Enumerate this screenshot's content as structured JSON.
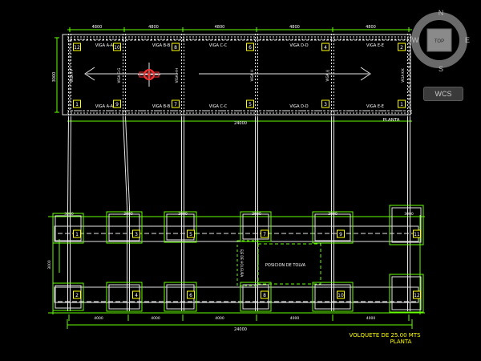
{
  "plan": {
    "top_view": {
      "dim_total": "24000",
      "dim_segments": [
        "4800",
        "4800",
        "4800",
        "4800",
        "4800"
      ],
      "dim_side": "3000",
      "beams_top": [
        "VIGA A-A",
        "VIGA B-B",
        "VIGA C-C",
        "VIGA D-D",
        "VIGA E-E"
      ],
      "beams_bottom": [
        "VIGA A-A",
        "VIGA B-B",
        "VIGA C-C",
        "VIGA D-D",
        "VIGA E-E"
      ],
      "col_tags_top": [
        "12",
        "10",
        "8",
        "6",
        "4",
        "2"
      ],
      "col_tags_bottom": [
        "1",
        "9",
        "7",
        "5",
        "3",
        "1"
      ],
      "vert_labels": [
        "VIGA F-F",
        "VIGA G-G",
        "VIGA H-H",
        "VIGA I-I",
        "VIGA J-J",
        "VIGA K-K"
      ],
      "caption": "PLANTA"
    },
    "foundation": {
      "dim_top": [
        "3000",
        "3000",
        "3000",
        "3000",
        "3000",
        "3000"
      ],
      "dim_bottom_total": "24000",
      "dim_bottom_segments": [
        "4000",
        "4000",
        "4000",
        "4000",
        "4000"
      ],
      "dim_side": "3000",
      "footing_tags_top": [
        "1",
        "3",
        "5",
        "7",
        "9",
        "11"
      ],
      "footing_tags_bottom": [
        "2",
        "4",
        "6",
        "8",
        "10",
        "12"
      ],
      "zone_left_label": "EJE DE HOLGURA",
      "zone_label": "POSICION DE TOLVA",
      "caption_line1": "VOLQUETE DE 25.00 MTS",
      "caption_line2": "PLANTA"
    }
  },
  "viewcube": {
    "north": "N",
    "south": "S",
    "east": "E",
    "west": "W",
    "face": "TOP",
    "wcs_label": "WCS"
  },
  "colors": {
    "background": "#000000",
    "grid_white": "#e6e6e6",
    "dimension_green": "#66ff00",
    "beam_yellow": "#ffff00",
    "text_white": "#ffffff",
    "marker_red": "#ff3333"
  }
}
